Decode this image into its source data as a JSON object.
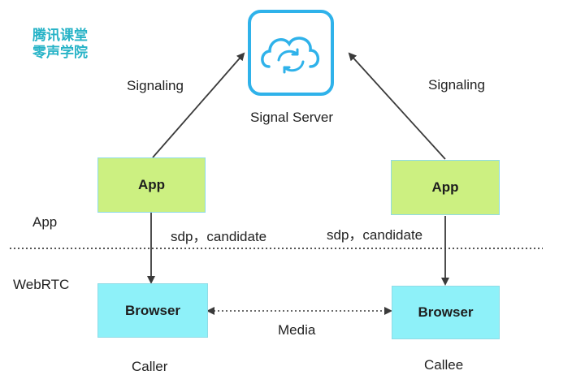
{
  "watermark": {
    "line1": "腾讯课堂",
    "line2": "零声学院"
  },
  "server": {
    "label": "Signal Server",
    "icon": "cloud-sync-icon",
    "color": "#2fb2ea"
  },
  "left": {
    "signaling_label": "Signaling",
    "app_label": "App",
    "browser_label": "Browser",
    "sdp_label": "sdp，candidate",
    "role_label": "Caller"
  },
  "right": {
    "signaling_label": "Signaling",
    "app_label": "App",
    "browser_label": "Browser",
    "sdp_label": "sdp，candidate",
    "role_label": "Callee"
  },
  "layers": {
    "app": "App",
    "webrtc": "WebRTC"
  },
  "media_label": "Media",
  "colors": {
    "app_fill": "#ccf081",
    "browser_fill": "#8ef1f9",
    "watermark": "#27b3c7"
  }
}
